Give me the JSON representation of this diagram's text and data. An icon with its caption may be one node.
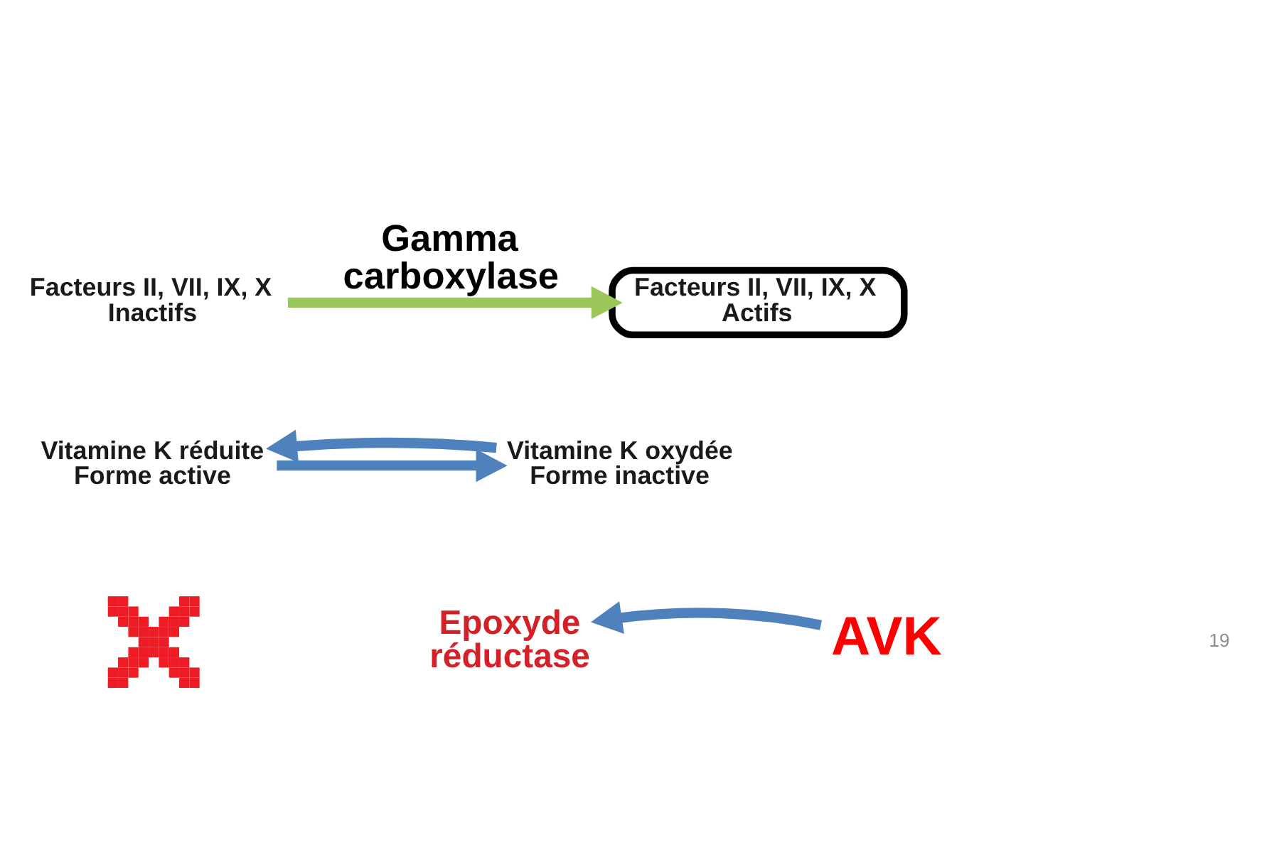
{
  "diagram": {
    "nodes": [
      {
        "text": [
          "Facteurs II, VII, IX, X",
          "Inactifs"
        ]
      },
      {
        "text": [
          "Facteurs II, VII, IX, X",
          "Actifs"
        ]
      },
      {
        "text": [
          "Vitamine K réduite",
          "Forme active"
        ]
      },
      {
        "text": [
          "Vitamine K oxydée",
          "Forme inactive"
        ]
      },
      {
        "text": [],
        "shape": "cross"
      },
      {
        "text": [
          "Epoxyde réductase"
        ]
      },
      {
        "text": [
          "AVK"
        ]
      }
    ],
    "edges": [
      {
        "from": 0,
        "to": 1,
        "arrow": "to",
        "label": "Gamma carboxylase",
        "color": "#9bc65a"
      },
      {
        "from": 2,
        "to": 3,
        "arrow": "to"
      },
      {
        "from": 3,
        "to": 2,
        "arrow": "to"
      },
      {
        "from": 6,
        "to": 5,
        "arrow": "to"
      }
    ],
    "labels": [
      "19"
    ]
  }
}
